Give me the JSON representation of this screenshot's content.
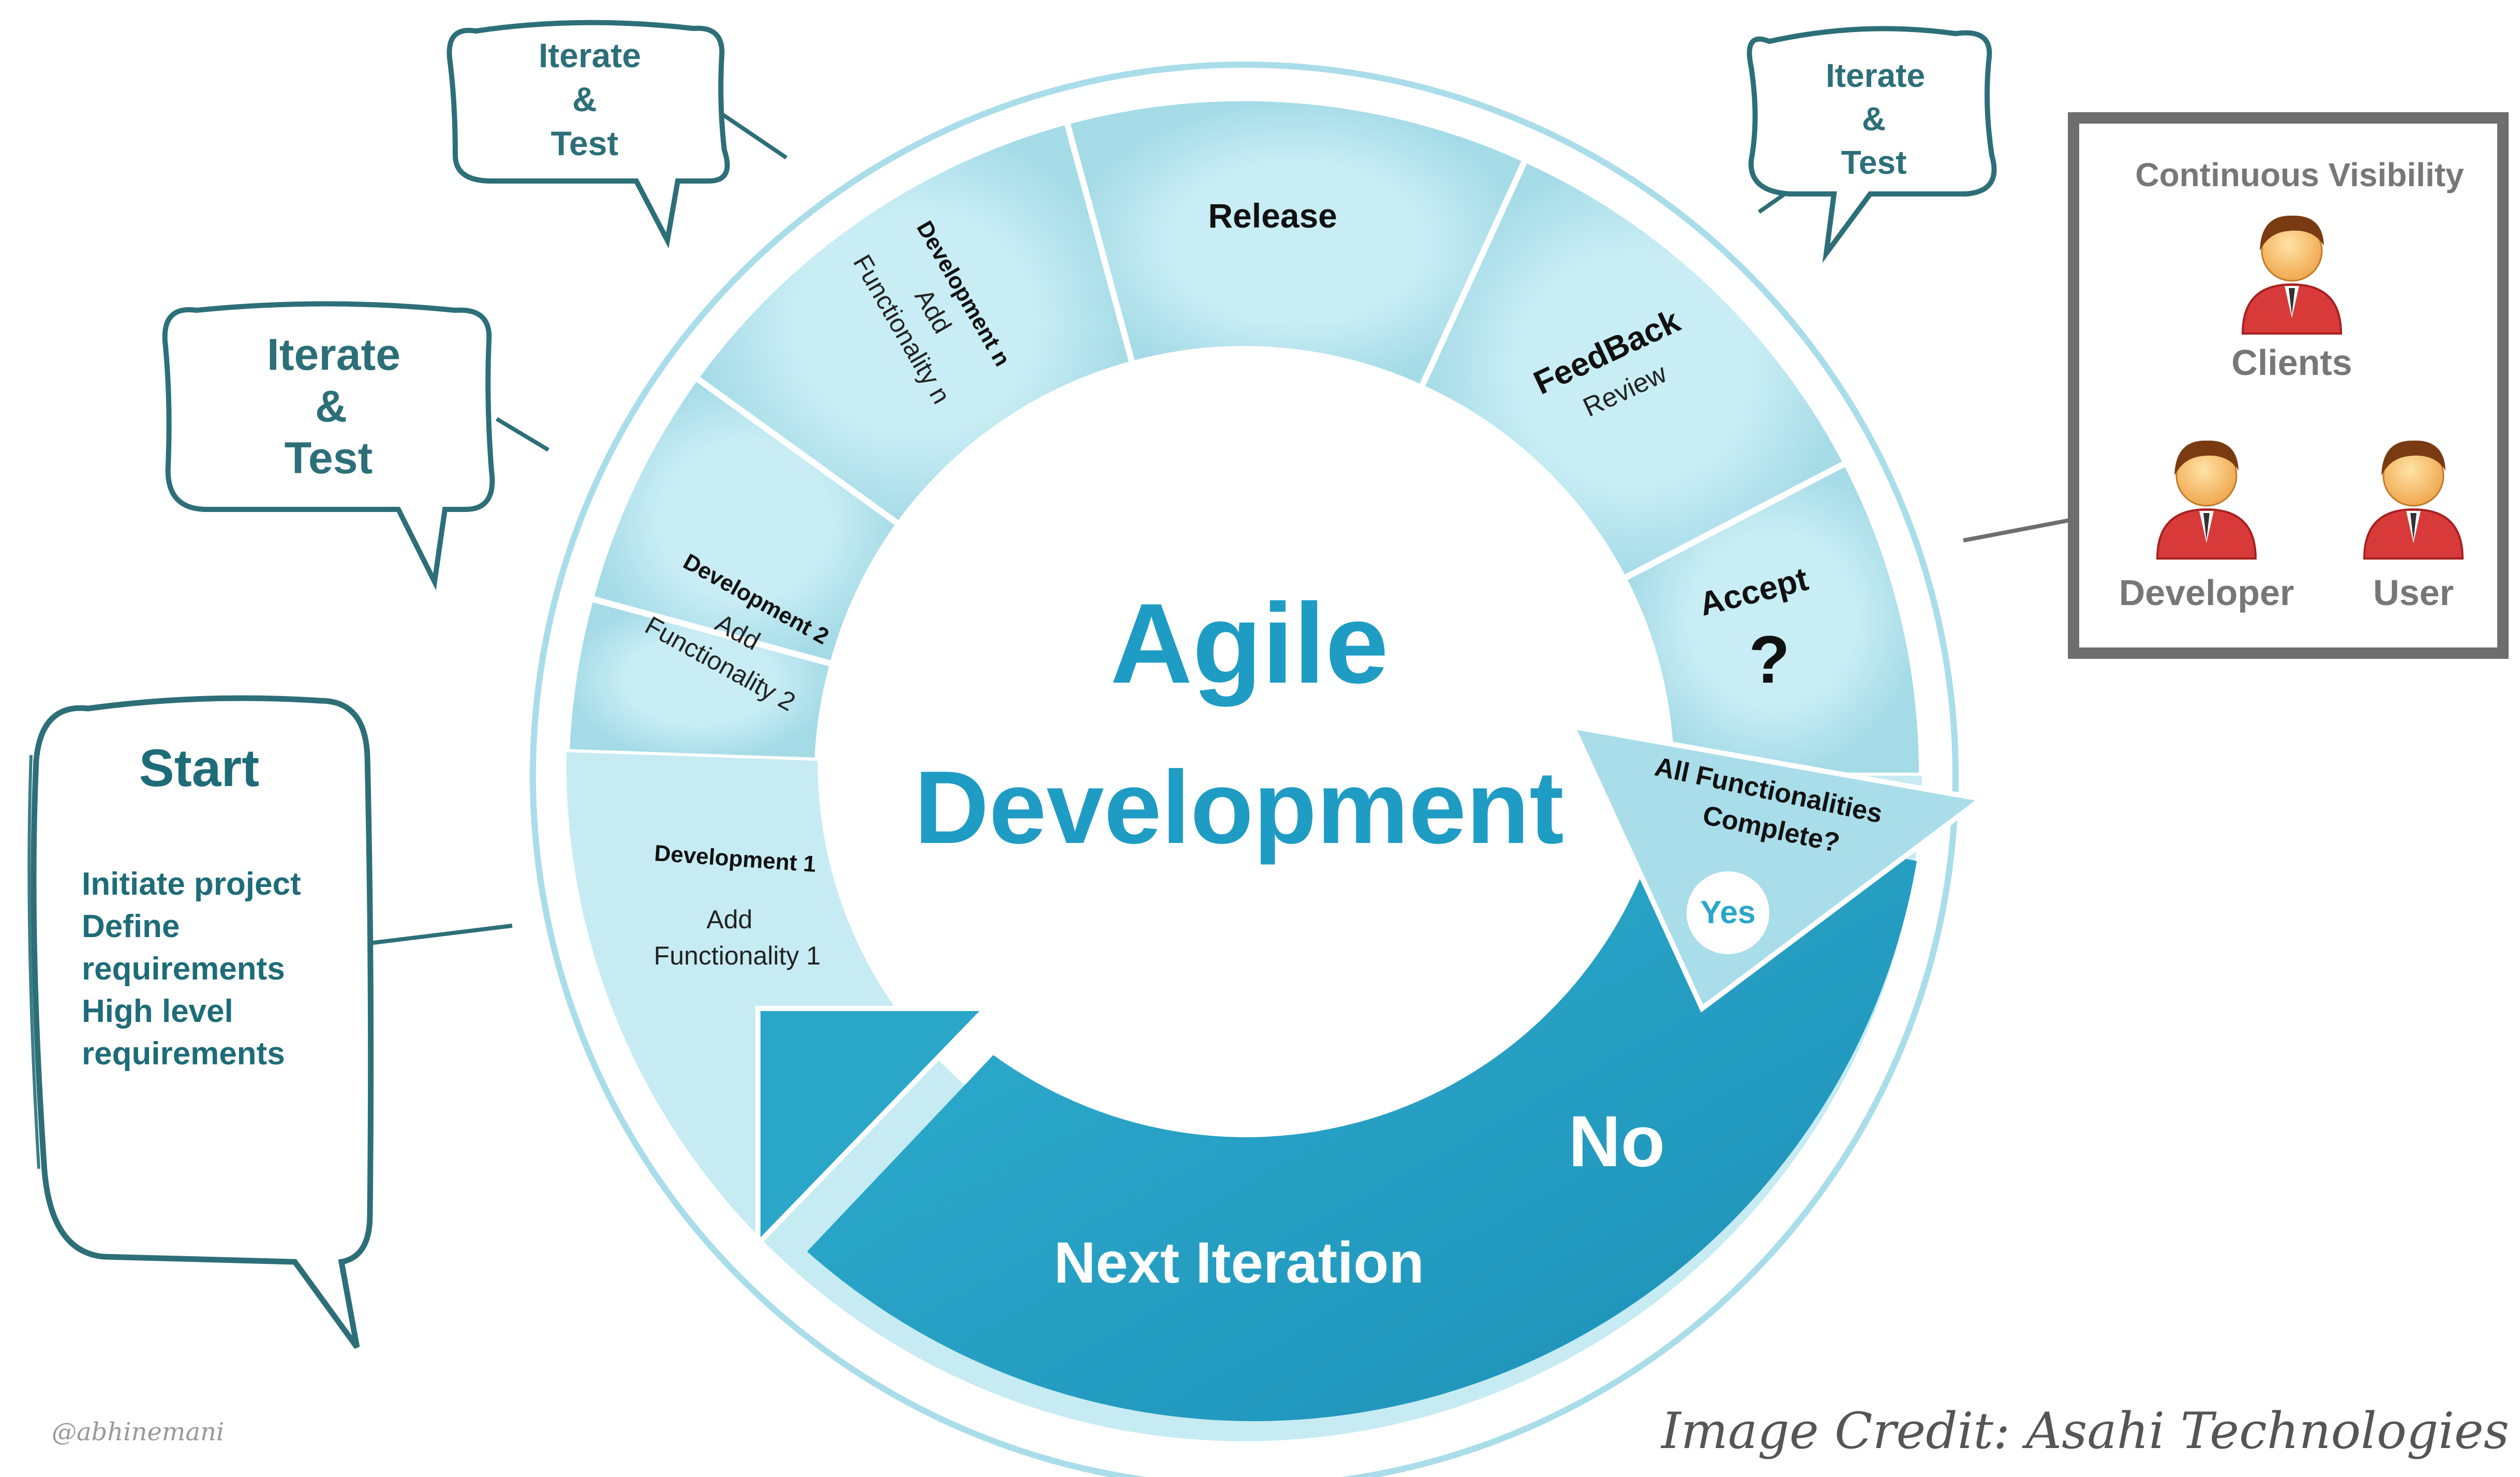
{
  "center": {
    "line1": "Agile",
    "line2": "Development"
  },
  "wedges": {
    "dev1": {
      "title": "Development 1",
      "l1": "Add",
      "l2": "Functionality 1"
    },
    "dev2": {
      "title": "Development 2",
      "l1": "Add",
      "l2": "Functionality 2"
    },
    "devn": {
      "title": "Development n",
      "l1": "Add",
      "l2": "Functionality n"
    },
    "release": {
      "title": "Release"
    },
    "feedback": {
      "title": "FeedBack",
      "sub": "Review"
    },
    "accept": {
      "title": "Accept",
      "mark": "?"
    }
  },
  "decision": {
    "l1": "All Functionalities",
    "l2": "Complete?",
    "yes": "Yes"
  },
  "loop": {
    "no": "No",
    "next": "Next Iteration"
  },
  "bubbles": {
    "top": [
      "Iterate",
      "&",
      "Test"
    ],
    "left": [
      "Iterate",
      "&",
      "Test"
    ],
    "right": [
      "Iterate",
      "&",
      "Test"
    ]
  },
  "start": {
    "title": "Start",
    "lines": [
      "Initiate project",
      "Define",
      "requirements",
      "High level",
      "requirements"
    ]
  },
  "visibility": {
    "title": "Continuous Visibility",
    "clients": "Clients",
    "developer": "Developer",
    "user": "User"
  },
  "footer": {
    "handle": "@abhinemani",
    "credit": "Image Credit: Asahi Technologies"
  },
  "colors": {
    "outer_wedge": "#a9dde9",
    "teal": "#1f9cc4",
    "loop": "#2aa6c8",
    "bubble_stroke": "#2d6f78",
    "start_text": "#1e6c78",
    "frame": "#6e6e6e",
    "person_red": "#d83a3a"
  }
}
